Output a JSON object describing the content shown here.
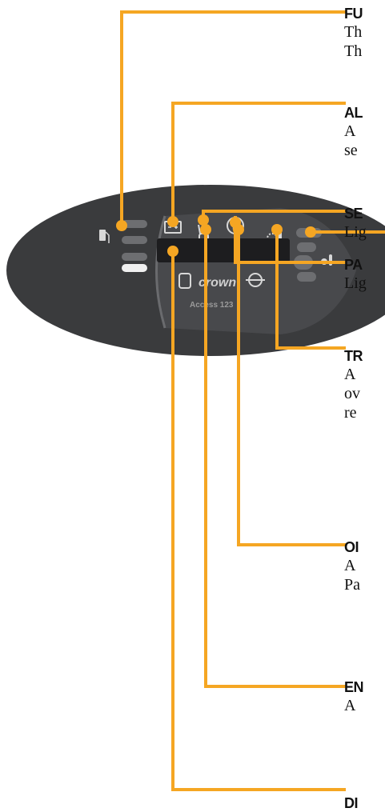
{
  "colors": {
    "leader": "#f5a623",
    "panel_outer": "#3a3b3d",
    "panel_inner": "#4a4b4e",
    "display": "#1d1d1f",
    "icon_light": "#d8d8d8",
    "text": "#111111"
  },
  "panel": {
    "brand_logo": "crown",
    "model_text": "Access 123"
  },
  "icons": [
    "fuel-gauge-icon",
    "battery-alarm-icon",
    "seat-belt-icon",
    "park-brake-icon",
    "engine-coolant-icon",
    "oil-pressure-icon",
    "transmission-temp-icon",
    "hour-meter-icon",
    "steering-icon",
    "temperature-gauge-icon"
  ],
  "callouts": [
    {
      "id": "fuel",
      "title": "FU",
      "lines": [
        "Th",
        "Th"
      ]
    },
    {
      "id": "alarm",
      "title": "AL",
      "lines": [
        "A",
        "se"
      ]
    },
    {
      "id": "seat",
      "title": "SE",
      "lines": [
        "Lig"
      ]
    },
    {
      "id": "park",
      "title": "PA",
      "lines": [
        "Lig"
      ]
    },
    {
      "id": "transmission",
      "title": "TR",
      "lines": [
        "A",
        "ov",
        "re"
      ]
    },
    {
      "id": "oil",
      "title": "OI",
      "lines": [
        "A",
        "Pa"
      ]
    },
    {
      "id": "engine",
      "title": "EN",
      "lines": [
        "A"
      ]
    },
    {
      "id": "display",
      "title": "DI",
      "lines": []
    }
  ]
}
